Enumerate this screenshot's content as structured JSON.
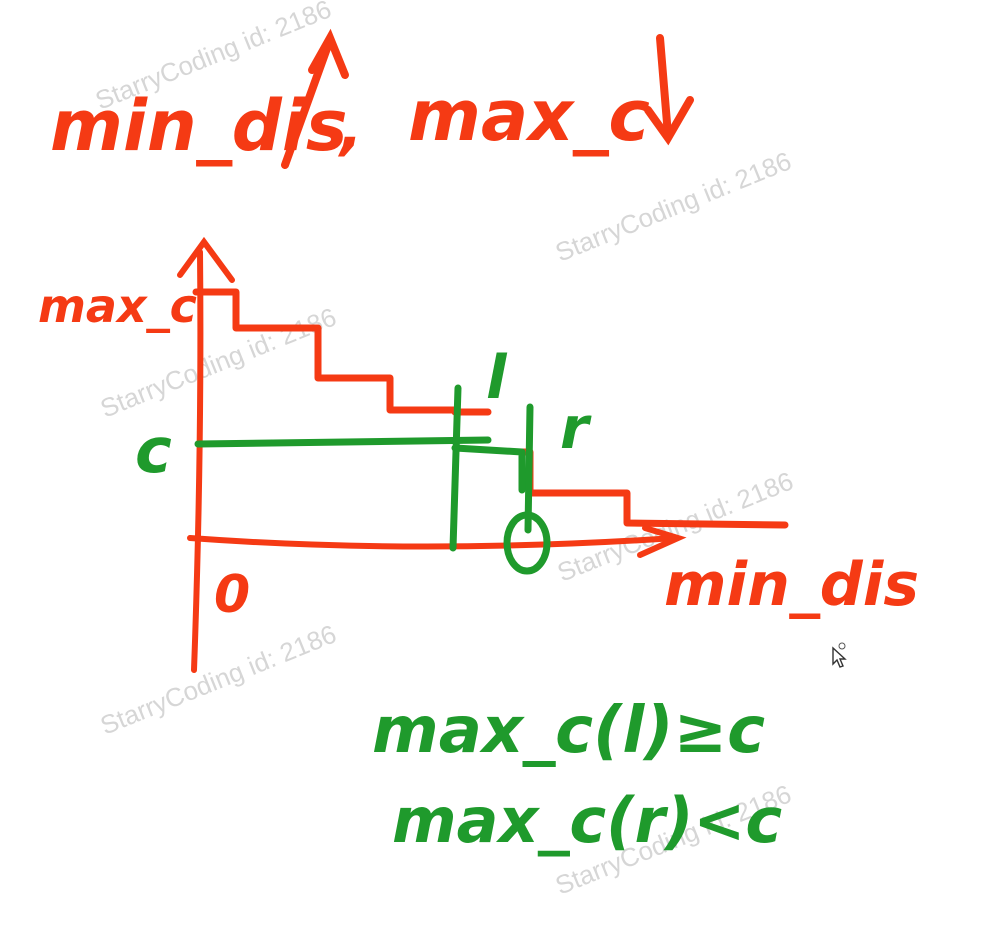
{
  "colors": {
    "red_ink": "#f53a14",
    "green_ink": "#1f9a2c",
    "watermark": "#d6d6d6"
  },
  "title": {
    "left": "min_dis",
    "left_arrow": "up-arrow",
    "separator": ",",
    "right": "max_c",
    "right_arrow": "down-arrow"
  },
  "graph": {
    "y_axis_label": "max_c",
    "x_axis_label": "min_dis",
    "origin_label": "0",
    "threshold_label": "c",
    "left_marker": "l",
    "right_marker": "r",
    "answer_marker": "O"
  },
  "formulas": [
    "max_c(l)≥c",
    "max_c(r)<c"
  ],
  "watermark": "StarryCoding id: 2186",
  "cursor": "mouse-pointer-icon"
}
